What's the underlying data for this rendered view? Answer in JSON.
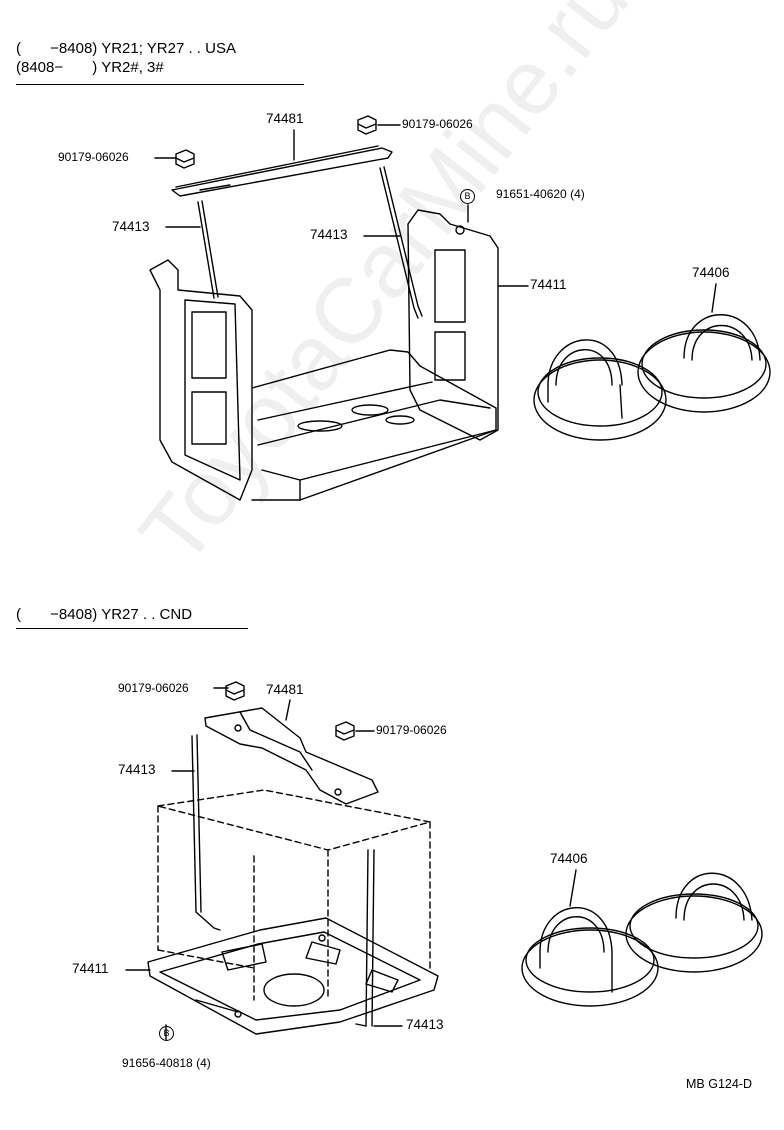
{
  "section1": {
    "header_line1": "(       −8408) YR21; YR27 . . USA",
    "header_line2": "(8408−       ) YR2#, 3#",
    "parts": {
      "clamp": "74481",
      "nut_left": "90179-06026",
      "nut_right": "90179-06026",
      "rod_left": "74413",
      "rod_right": "74413",
      "bolt": "91651-40620 (4)",
      "carrier": "74411",
      "cover": "74406"
    }
  },
  "section2": {
    "header": "(       −8408) YR27 . . CND",
    "parts": {
      "nut_left": "90179-06026",
      "clamp": "74481",
      "nut_right": "90179-06026",
      "rod_left": "74413",
      "carrier": "74411",
      "rod_right": "74413",
      "bolt": "91656-40818 (4)",
      "cover": "74406"
    }
  },
  "bolt_marker": "B",
  "footer_code": "MB  G124-D",
  "watermark": "ToyotaCarMine.ru"
}
